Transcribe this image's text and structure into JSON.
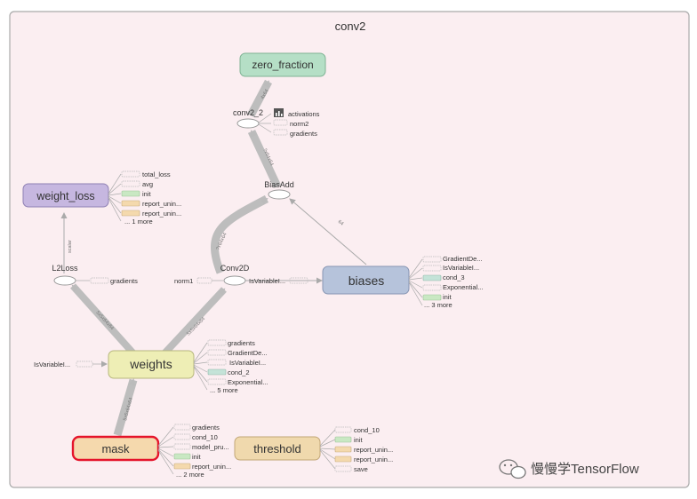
{
  "title": "conv2",
  "nodes": {
    "zero_fraction": "zero_fraction",
    "weight_loss": "weight_loss",
    "biases": "biases",
    "weights": "weights",
    "mask": "mask",
    "threshold": "threshold",
    "conv2_2": "conv2_2",
    "bias_add": "BiasAdd",
    "l2loss": "L2Loss",
    "conv2d": "Conv2D"
  },
  "aux": {
    "conv2_2": [
      "activations",
      "norm2",
      "gradients"
    ],
    "weight_loss": [
      "total_loss",
      "avg",
      "init",
      "report_unin...",
      "report_unin...",
      "... 1 more"
    ],
    "l2loss": [
      "gradients"
    ],
    "conv2d_in": [
      "norm1"
    ],
    "conv2d_out": [
      "IsVariableI..."
    ],
    "biases": [
      "GradientDe...",
      "IsVariableI...",
      "cond_3",
      "Exponential...",
      "init",
      "... 3 more"
    ],
    "weights_in": [
      "IsVariableI..."
    ],
    "weights": [
      "gradients",
      "GradientDe...",
      "IsVariableI...",
      "cond_2",
      "Exponential...",
      "... 5 more"
    ],
    "mask": [
      "gradients",
      "cond_10",
      "model_pru...",
      "init",
      "report_unin...",
      "... 2 more"
    ],
    "threshold": [
      "cond_10",
      "init",
      "report_unin...",
      "report_unin...",
      "save"
    ]
  },
  "edge_labels": {
    "conv_zero": "4x64",
    "bias_conv": "?x64x64",
    "conv_bias": "?x64x64",
    "biases_add": "64",
    "weights_l2": "5x5x64x64",
    "weights_conv": "5x5x64x64",
    "mask_weights": "5x5x64x64",
    "l2_loss": "scalar"
  },
  "watermark": "慢慢学TensorFlow",
  "colors": {
    "group_fill": "#fbeef1",
    "group_stroke": "#aaaaaa",
    "zero_fraction": "#b5dfc6",
    "weight_loss": "#c6b7e0",
    "biases": "#b6c3db",
    "weights": "#eeeeb5",
    "mask": "#f5d9ad",
    "threshold": "#f0d9ad",
    "mask_highlight": "#e5142b",
    "init_fill": "#c9e8c3",
    "report_fill": "#f4d9ad",
    "cond_fill": "#c4e3d8"
  }
}
